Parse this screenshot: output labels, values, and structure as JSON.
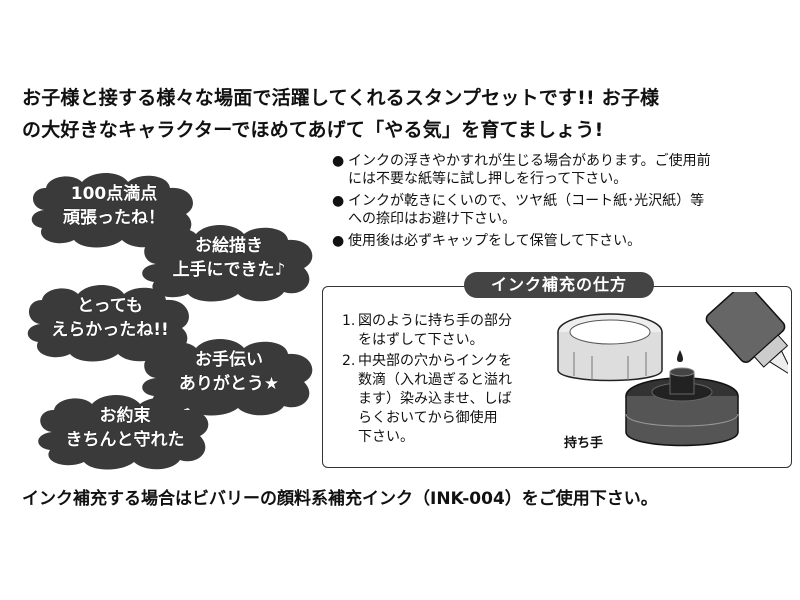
{
  "intro": {
    "line1": "お子様と接する様々な場面で活躍してくれるスタンプセットです!! お子様",
    "line2": "の大好きなキャラクターでほめてあげて「やる気」を育てましょう!"
  },
  "notes": [
    {
      "bullet": "●",
      "lines": [
        "インクの浮きやかすれが生じる場合があります。ご使用前",
        "には不要な紙等に試し押しを行って下さい。"
      ]
    },
    {
      "bullet": "●",
      "lines": [
        "インクが乾きにくいので、ツヤ紙（コート紙･光沢紙）等",
        "への捺印はお避け下さい。"
      ]
    },
    {
      "bullet": "●",
      "lines": [
        "使用後は必ずキャップをして保管して下さい。"
      ]
    }
  ],
  "bubbles": [
    {
      "line1": "100点満点",
      "line2": "頑張ったね！"
    },
    {
      "line1": "お絵描き",
      "line2": "上手にできた♪"
    },
    {
      "line1": "とっても",
      "line2": "えらかったね!!"
    },
    {
      "line1": "お手伝い",
      "line2": "ありがとう★"
    },
    {
      "line1": "お約束",
      "line2": "きちんと守れた"
    }
  ],
  "refill": {
    "title": "インク補充の仕方",
    "steps": [
      {
        "num": "1.",
        "lines": [
          "図のように持ち手の部分",
          "をはずして下さい。"
        ]
      },
      {
        "num": "2.",
        "lines": [
          "中央部の穴からインクを",
          "数滴（入れ過ぎると溢れ",
          "ます）染み込ませ、しば",
          "らくおいてから御使用",
          "下さい。"
        ]
      }
    ],
    "handle_label": "持ち手"
  },
  "footer": "インク補充する場合はビバリーの顔料系補充インク（INK-004）をご使用下さい。",
  "colors": {
    "bubble_fill": "#3a3a3a",
    "text": "#111111",
    "title_bg": "#444444"
  }
}
